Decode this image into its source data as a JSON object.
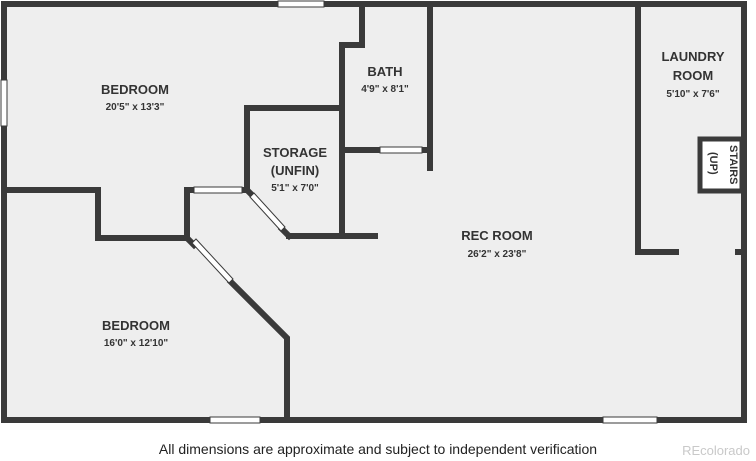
{
  "colors": {
    "wall": "#3a3a3a",
    "floor": "#eeeeee",
    "window": "#ffffff",
    "text": "#333333"
  },
  "rooms": {
    "bedroom_top": {
      "name": "BEDROOM",
      "dims": "20'5\" x 13'3\""
    },
    "bath": {
      "name": "BATH",
      "dims": "4'9\" x 8'1\""
    },
    "storage": {
      "name_line1": "STORAGE",
      "name_line2": "(UNFIN)",
      "dims": "5'1\" x 7'0\""
    },
    "laundry": {
      "name_line1": "LAUNDRY",
      "name_line2": "ROOM",
      "dims": "5'10\" x 7'6\""
    },
    "rec_room": {
      "name": "REC ROOM",
      "dims": "26'2\" x 23'8\""
    },
    "bedroom_bottom": {
      "name": "BEDROOM",
      "dims": "16'0\" x 12'10\""
    }
  },
  "stairs": {
    "label": "STAIRS",
    "sub": "(UP)"
  },
  "footer": {
    "disclaimer": "All dimensions are approximate and subject to independent verification",
    "watermark": "REcolorado"
  }
}
